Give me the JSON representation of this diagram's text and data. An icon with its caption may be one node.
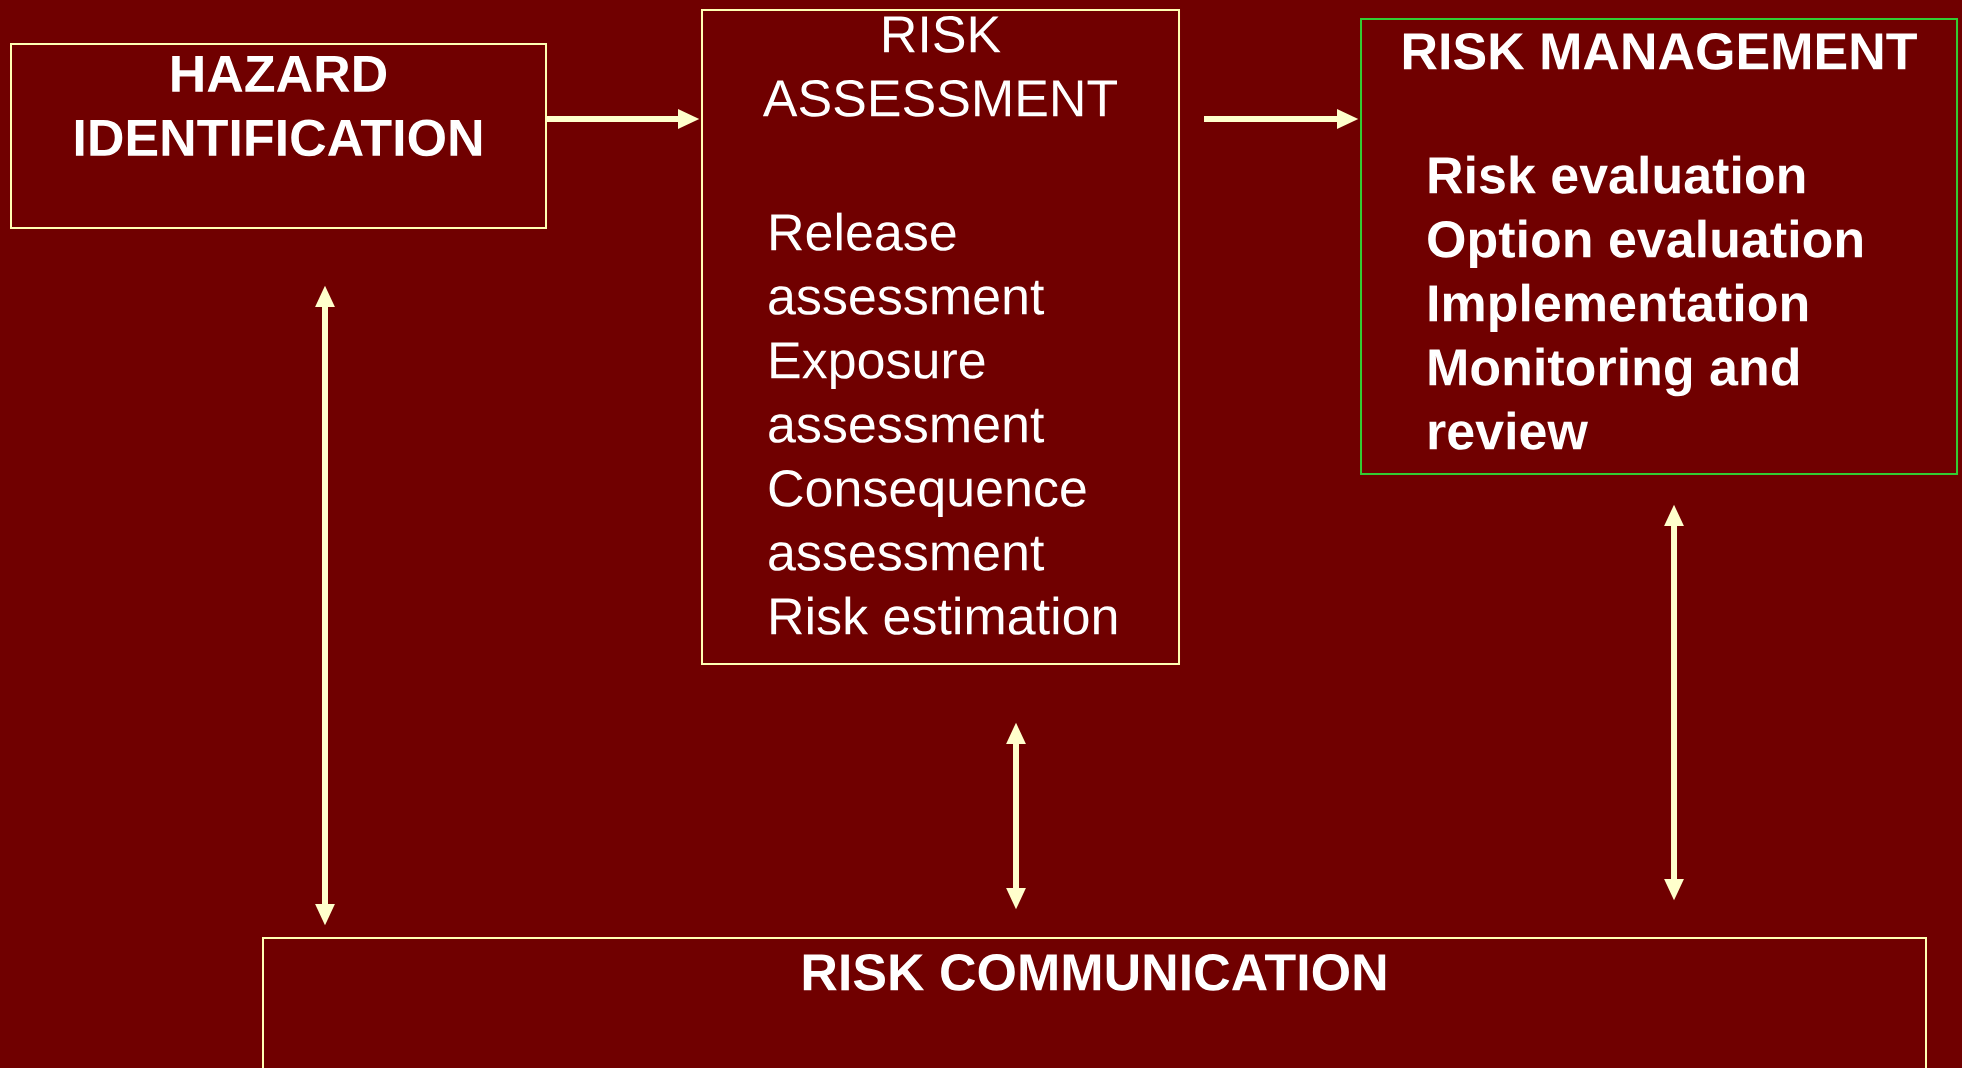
{
  "diagram": {
    "nodes": [
      {
        "text": [
          "HAZARD IDENTIFICATION"
        ]
      },
      {
        "text": [
          "RISK ASSESSMENT",
          "Release assessment",
          "Exposure assessment",
          "Consequence assessment",
          "Risk estimation"
        ]
      },
      {
        "text": [
          "RISK MANAGEMENT",
          "Risk evaluation",
          "Option evaluation",
          "Implementation",
          "Monitoring and review"
        ]
      },
      {
        "text": [
          "RISK COMMUNICATION"
        ]
      }
    ],
    "edges": [
      {
        "from": 0,
        "to": 1,
        "arrow": "to"
      },
      {
        "from": 1,
        "to": 2,
        "arrow": "to"
      },
      {
        "from": 0,
        "to": 3,
        "arrow": "both"
      },
      {
        "from": 1,
        "to": 3,
        "arrow": "both"
      },
      {
        "from": 2,
        "to": 3,
        "arrow": "both"
      }
    ]
  }
}
